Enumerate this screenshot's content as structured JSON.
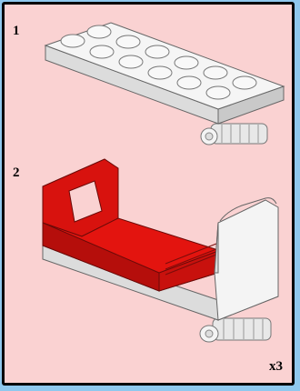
{
  "steps": [
    {
      "number": "1"
    },
    {
      "number": "2"
    }
  ],
  "multiplier": "x3",
  "colors": {
    "background": "#fad2d2",
    "border": "#000000",
    "outer": "#8fc8ee",
    "brick_white": "#f2f2f2",
    "brick_red": "#e3140f"
  },
  "icons": [
    "white-plate-2x6-icon",
    "wheel-axle-icon",
    "red-seat-icon",
    "white-backrest-icon"
  ]
}
